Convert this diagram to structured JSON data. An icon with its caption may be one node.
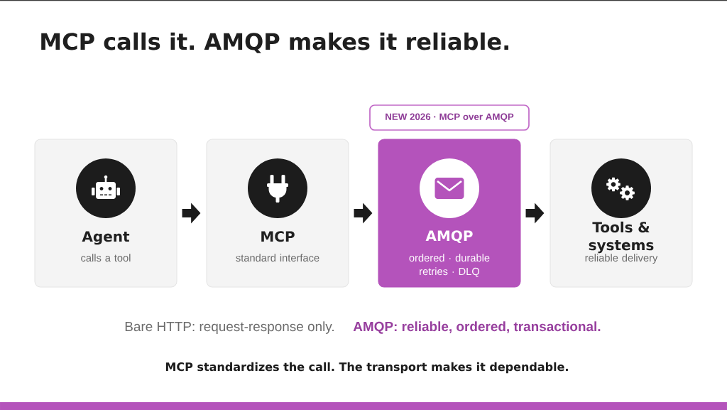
{
  "diagram": {
    "title": "MCP calls it. AMQP makes it reliable.",
    "nodes": [
      {
        "text": [
          "NEW 2026 · MCP over AMQP"
        ]
      },
      {
        "text": [
          "Agent",
          "calls a tool"
        ]
      },
      {
        "text": [
          "MCP",
          "standard interface"
        ]
      },
      {
        "text": [
          "AMQP",
          "ordered · durable retries · DLQ"
        ]
      },
      {
        "text": [
          "Tools & systems",
          "reliable delivery"
        ]
      }
    ],
    "edges": [
      {
        "from": 1,
        "to": 2,
        "arrow": "to"
      },
      {
        "from": 2,
        "to": 3,
        "arrow": "to"
      },
      {
        "from": 3,
        "to": 4,
        "arrow": "to"
      }
    ],
    "labels": [
      "Bare HTTP: request-response only.",
      "AMQP: reliable, ordered, transactional.",
      "MCP standardizes the call. The transport makes it dependable."
    ]
  }
}
